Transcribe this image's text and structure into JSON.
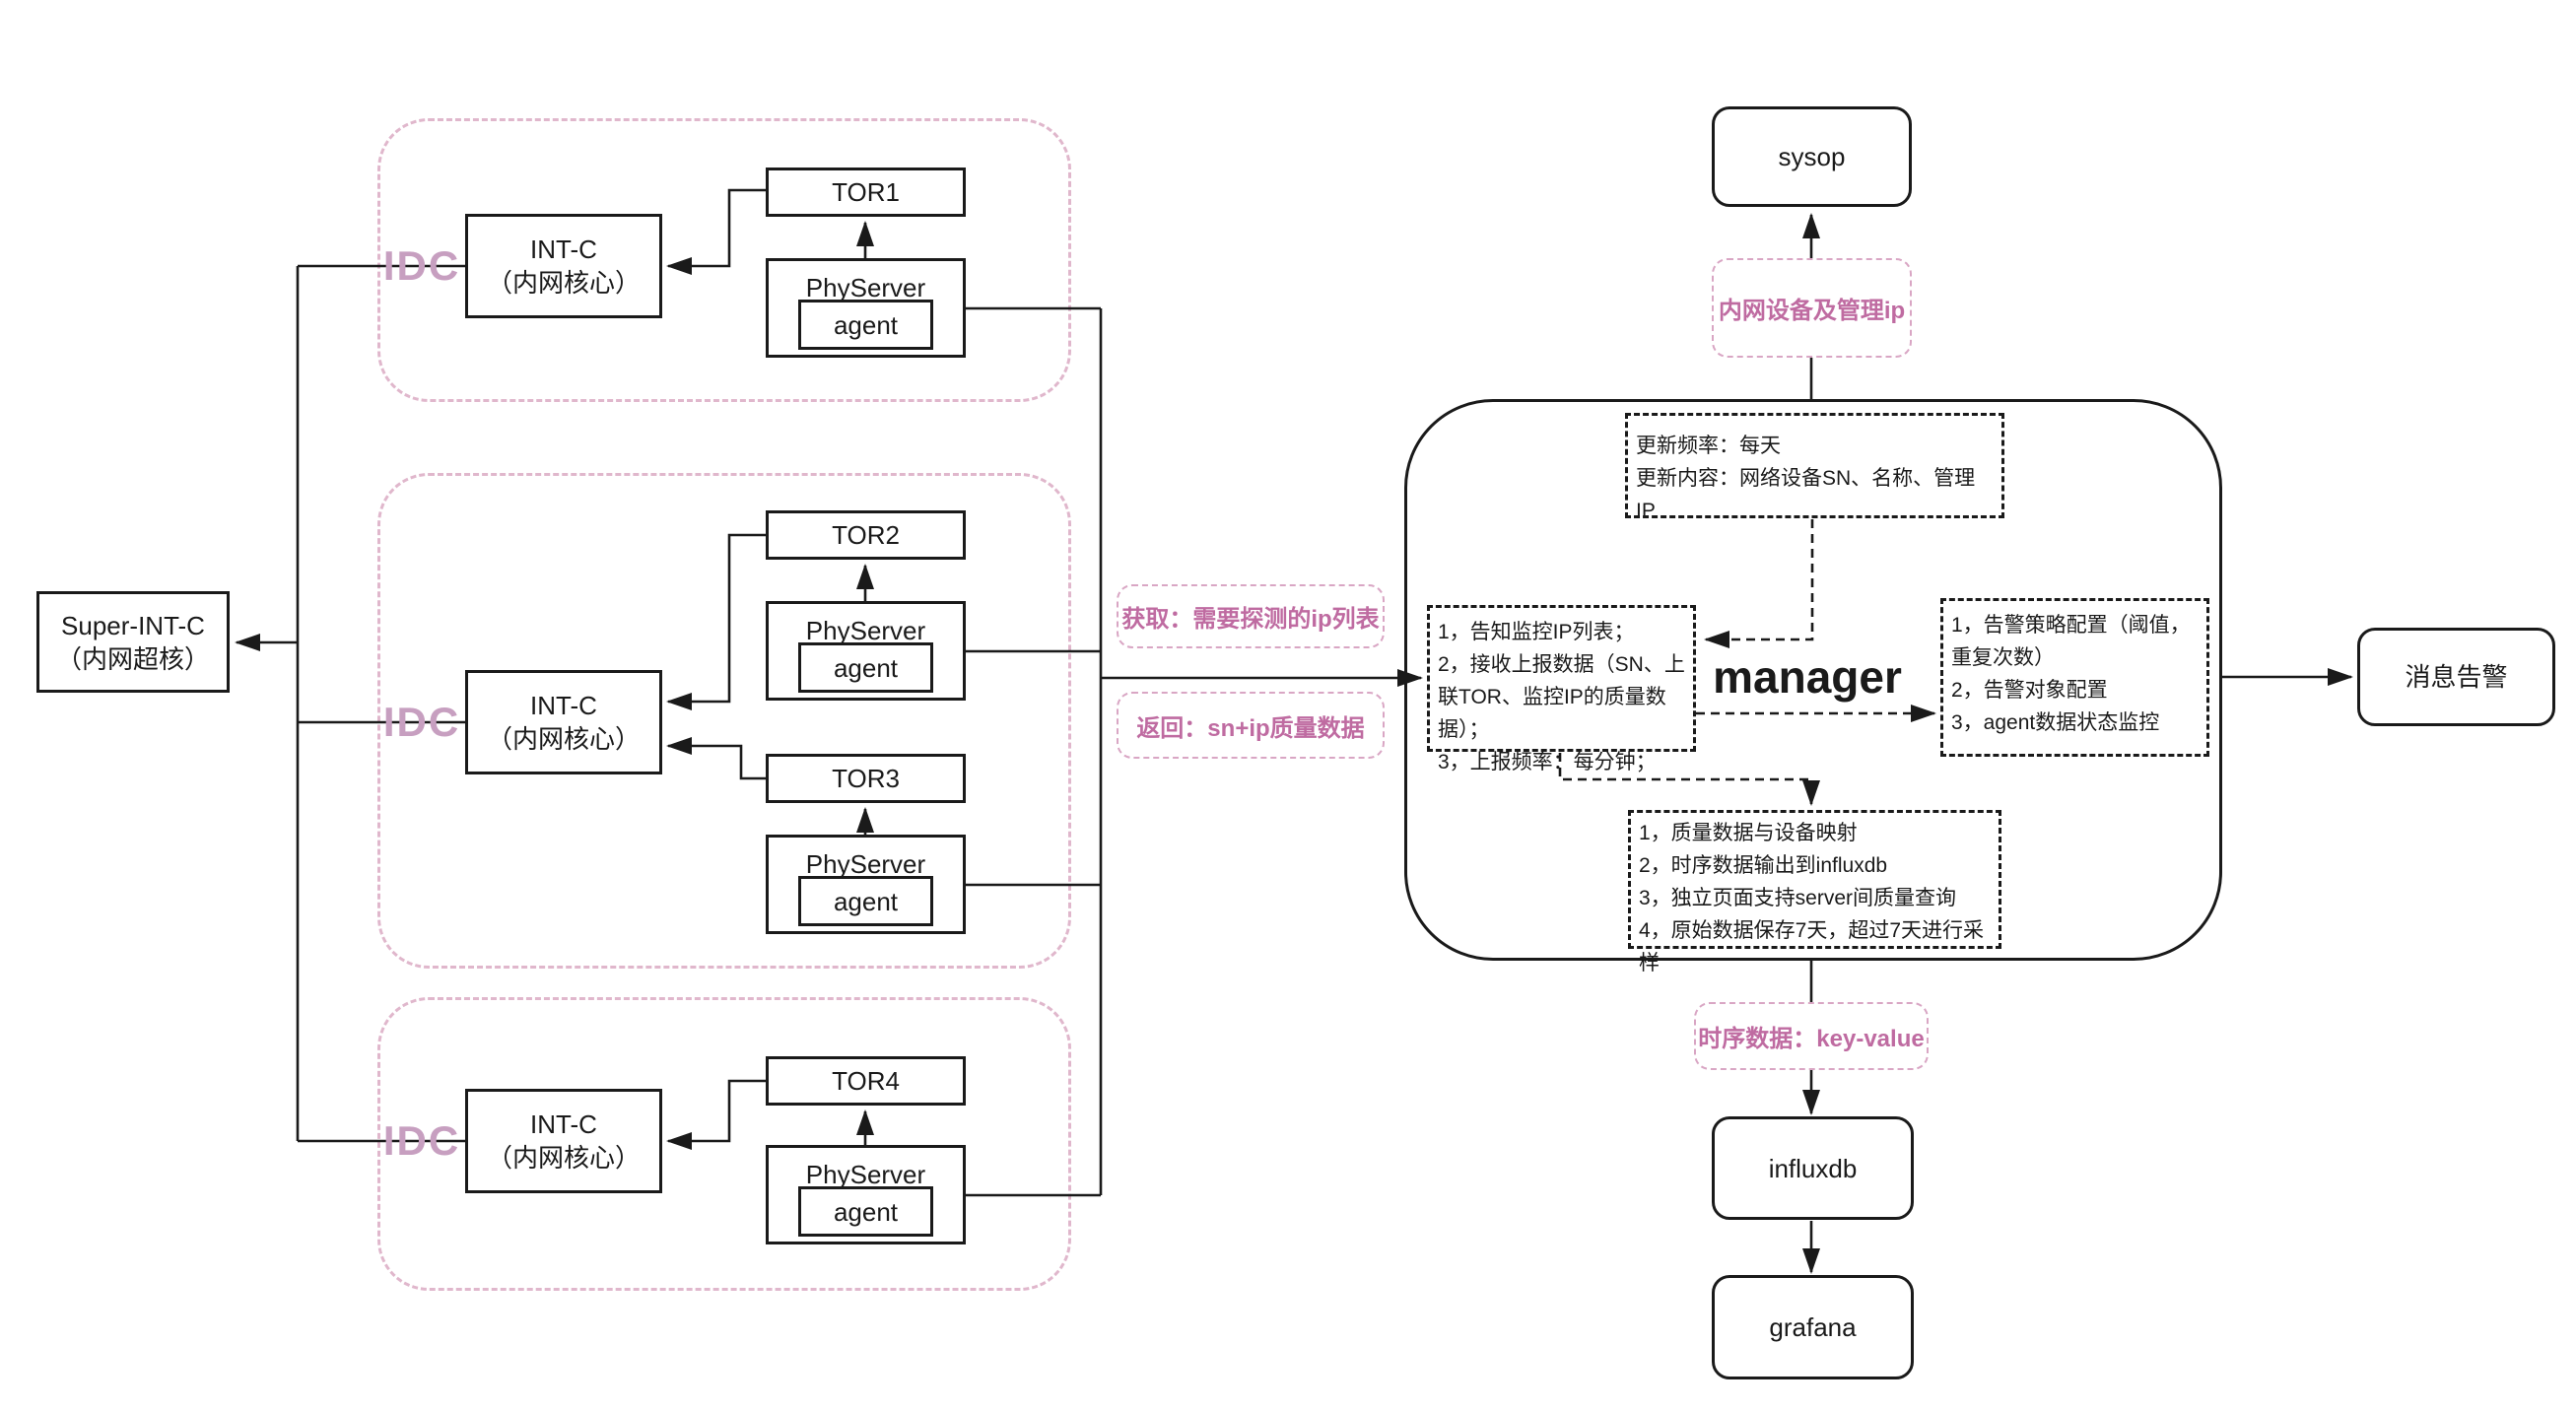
{
  "colors": {
    "line": "#1a1a1a",
    "idc_border_pink": "#e0b7cc",
    "idc_label_pink": "#c79fc0",
    "flow_label_pink": "#bf6ba1",
    "background": "#ffffff"
  },
  "left_zone": {
    "super_core": {
      "line1": "Super-INT-C",
      "line2": "（内网超核）"
    },
    "idc_label": "IDC",
    "intc": {
      "line1": "INT-C",
      "line2": "（内网核心）"
    },
    "tor1": "TOR1",
    "tor2": "TOR2",
    "tor3": "TOR3",
    "tor4": "TOR4",
    "physerver": "PhyServer",
    "agent": "agent"
  },
  "flow_labels": {
    "fetch": "获取：需要探测的ip列表",
    "ret": "返回：sn+ip质量数据",
    "device_ip": "内网设备及管理ip",
    "timeseries": "时序数据：key-value"
  },
  "manager": {
    "title": "manager",
    "update_box": {
      "items": [
        "更新频率：每天",
        "更新内容：网络设备SN、名称、管理IP"
      ]
    },
    "report_box": {
      "items": [
        "1，告知监控IP列表；",
        "2，接收上报数据（SN、上联TOR、监控IP的质量数据）；",
        "3，上报频率：每分钟；"
      ]
    },
    "alert_box": {
      "items": [
        "1，告警策略配置（阈值，重复次数）",
        "2，告警对象配置",
        "3，agent数据状态监控"
      ]
    },
    "data_box": {
      "items": [
        "1，质量数据与设备映射",
        "2，时序数据输出到influxdb",
        "3，独立页面支持server间质量查询",
        "4，原始数据保存7天，超过7天进行采样"
      ]
    }
  },
  "nodes": {
    "sysop": "sysop",
    "influxdb": "influxdb",
    "grafana": "grafana",
    "alert": "消息告警"
  }
}
